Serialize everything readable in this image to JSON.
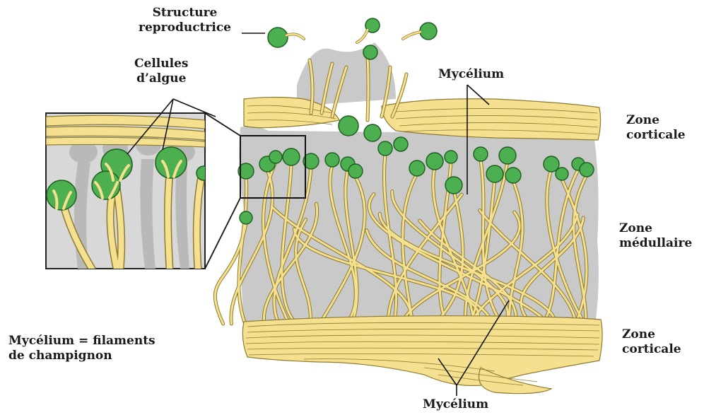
{
  "labels": {
    "reproductive": [
      "Structure",
      "reproductrice"
    ],
    "algae_cells": [
      "Cellules",
      "d’algue"
    ],
    "mycelium_top": "Mycélium",
    "mycelium_bottom": "Mycélium",
    "zone_top": [
      "Zone",
      "corticale"
    ],
    "zone_middle": [
      "Zone",
      "médullaire"
    ],
    "zone_bottom": [
      "Zone",
      "corticale"
    ],
    "legend": [
      "Mycélium = filaments",
      "de champignon"
    ]
  },
  "colors": {
    "hypha": "#f4e08e",
    "hypha_outline": "#8c7a30",
    "alga": "#4caf50",
    "alga_outline": "#1e5e20",
    "medulla_shadow": "#c9c9c9",
    "inset_bg": "#d8d8d8"
  }
}
